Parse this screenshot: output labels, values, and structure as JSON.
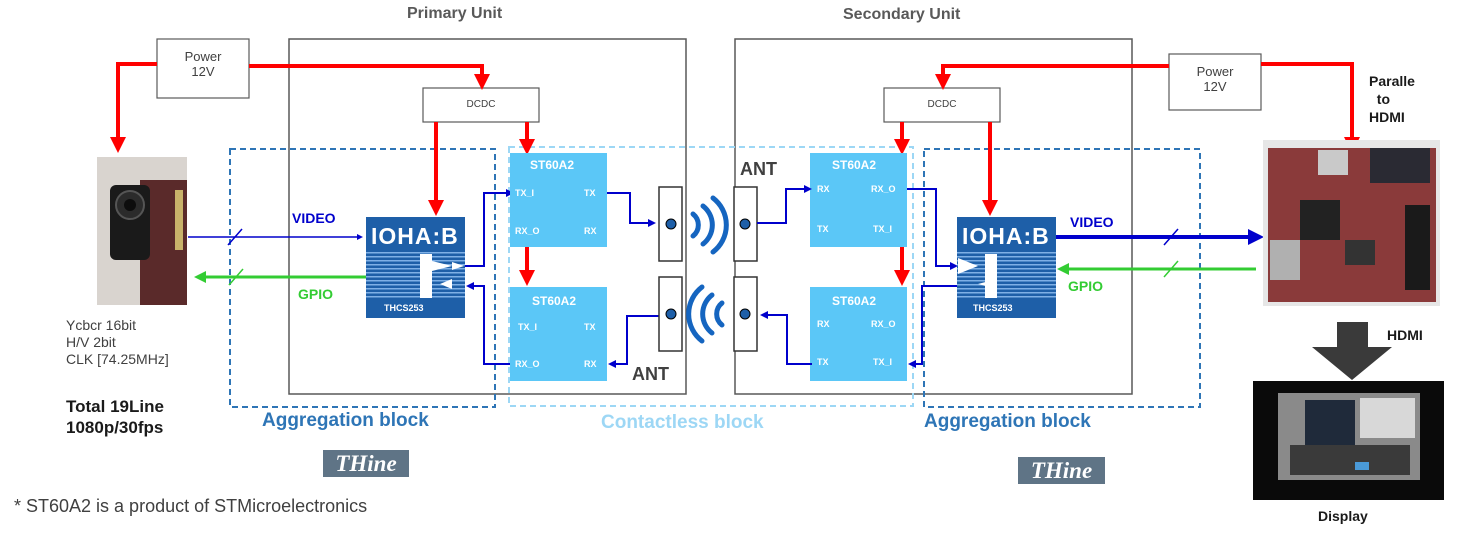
{
  "units": {
    "primary_title": "Primary Unit",
    "secondary_title": "Secondary Unit"
  },
  "power": {
    "left_label": "Power\n12V",
    "right_label": "Power\n12V"
  },
  "dcdc": {
    "left_label": "DCDC",
    "right_label": "DCDC"
  },
  "st60": {
    "chip_label": "ST60A2",
    "pins": {
      "tx_i": "TX_I",
      "tx": "TX",
      "rx_o": "RX_O",
      "rx": "RX"
    }
  },
  "ioha": {
    "chip_label": "IOHA:B",
    "part_number": "THCS253"
  },
  "signals": {
    "video": "VIDEO",
    "gpio": "GPIO",
    "ant": "ANT"
  },
  "blocks": {
    "aggregation": "Aggregation block",
    "contactless": "Contactless block"
  },
  "camera_spec": "Ycbcr 16bit\nH/V 2bit\nCLK [74.25MHz]",
  "total_spec": "Total 19Line\n1080p/30fps",
  "logo_text": "THine",
  "parallel_label": "Paralle\n  to\nHDMI",
  "hdmi_label": "HDMI",
  "display_label": "Display",
  "footnote": "* ST60A2 is a product of STMicroelectronics",
  "colors": {
    "power": "#ff0000",
    "video": "#0000cc",
    "gpio": "#33cc33",
    "ioha": "#1e5fa8",
    "st60": "#5bc7f7",
    "aggregation_border": "#2e75b6",
    "contactless_border": "#9dd7f5",
    "logo_bg": "#5f7486"
  }
}
